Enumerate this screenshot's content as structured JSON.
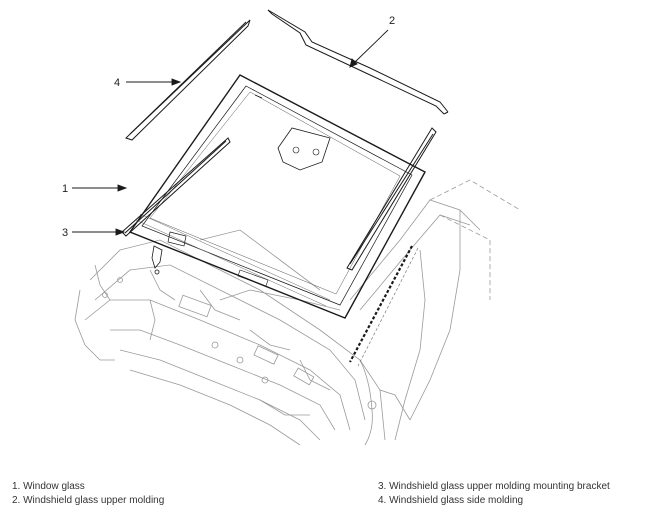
{
  "callouts": [
    {
      "num": "1",
      "target": "window-glass"
    },
    {
      "num": "2",
      "target": "upper-molding"
    },
    {
      "num": "3",
      "target": "upper-molding-bracket"
    },
    {
      "num": "4",
      "target": "side-molding"
    }
  ],
  "legend": {
    "left": [
      "1. Window glass",
      "2. Windshield glass upper molding"
    ],
    "right": [
      "3. Windshield glass upper molding mounting bracket",
      "4. Windshield glass side molding"
    ]
  },
  "colors": {
    "line": "#1a1a1a",
    "body_line": "#9a9a9a"
  }
}
